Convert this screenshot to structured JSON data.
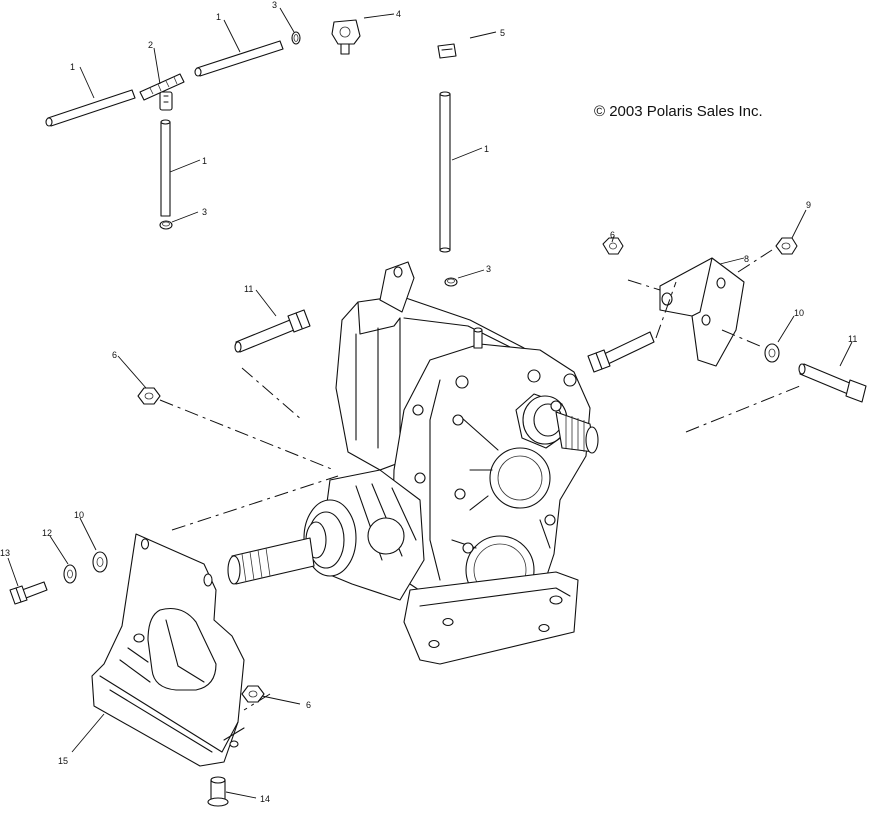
{
  "copyright": "© 2003 Polaris Sales Inc.",
  "callouts": {
    "c1a": "1",
    "c1b": "1",
    "c1c": "1",
    "c1d": "1",
    "c2": "2",
    "c3a": "3",
    "c3b": "3",
    "c3c": "3",
    "c4": "4",
    "c5": "5",
    "c6a": "6",
    "c6b": "6",
    "c6c": "6",
    "c8": "8",
    "c9": "9",
    "c10a": "10",
    "c10b": "10",
    "c11a": "11",
    "c11b": "11",
    "c12": "12",
    "c13": "13",
    "c14": "14",
    "c15": "15"
  }
}
